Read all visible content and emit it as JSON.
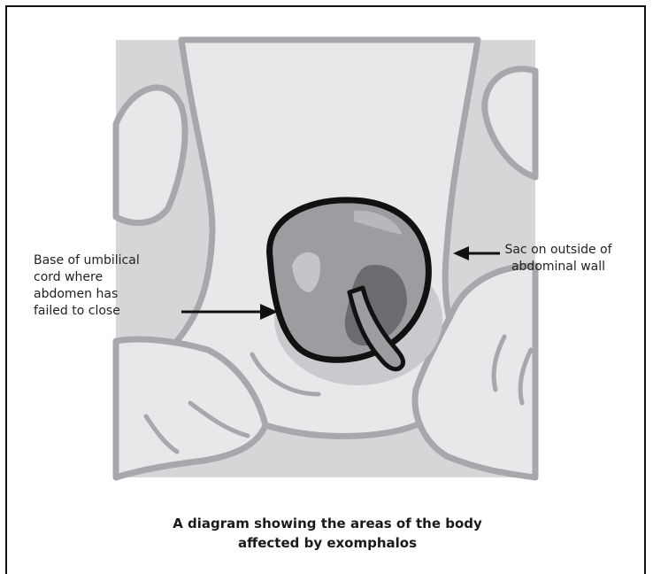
{
  "labels": {
    "left": [
      "Base of umbilical",
      "cord where",
      "abdomen has",
      "failed to close"
    ],
    "right": [
      "Sac on outside of",
      "abdominal wall"
    ]
  },
  "caption": [
    "A diagram showing the areas of the body",
    "affected by exomphalos"
  ],
  "colors": {
    "background_panel": "#d5d6d8",
    "body_fill": "#e7e8ea",
    "body_outline": "#a6a8ab",
    "sac_fill": "#9b9da0",
    "sac_inner": "#6a6c6f",
    "sac_outline": "#111111",
    "highlight": "#c4c5c8",
    "arrow": "#111111"
  }
}
